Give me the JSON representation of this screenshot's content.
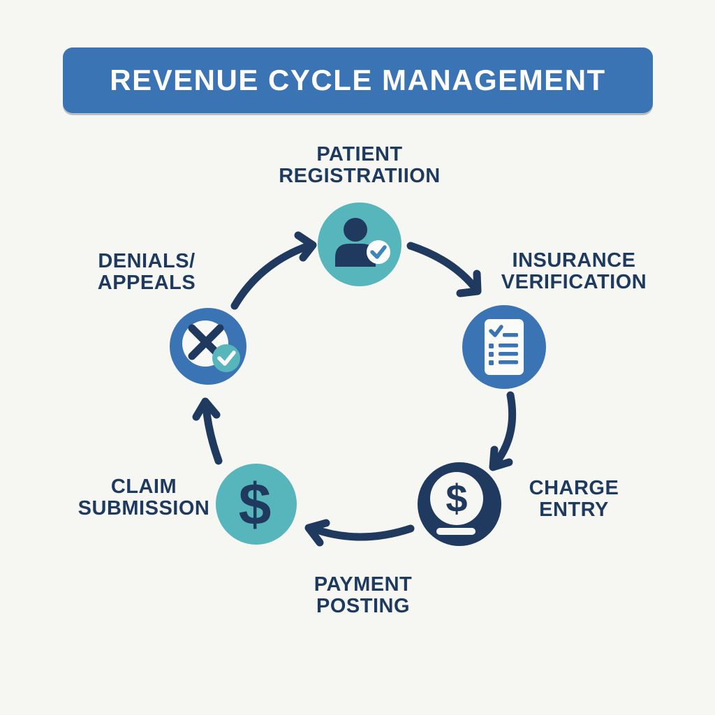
{
  "banner": {
    "title": "REVENUE CYCLE MANAGEMENT"
  },
  "colors": {
    "background": "#f6f6f3",
    "banner_blue": "#3a74b4",
    "circle_blue": "#3a74b4",
    "teal": "#57b5bc",
    "navy": "#1f3a5e",
    "label_text": "#1e3a5e",
    "white": "#ffffff",
    "badge_check_blue": "#3e86ba"
  },
  "steps": [
    {
      "name": "patient-registration",
      "label_line1": "PATIENT",
      "label_line2": "REGISTRATIION",
      "icon": "person-check-icon",
      "circle_color": "#57b5bc"
    },
    {
      "name": "insurance-verification",
      "label_line1": "INSURANCE",
      "label_line2": "VERIFICATION",
      "icon": "checklist-document-icon",
      "circle_color": "#3a74b4"
    },
    {
      "name": "charge-entry",
      "label_line1": "CHARGE",
      "label_line2": "ENTRY",
      "icon": "dollar-coin-icon",
      "circle_color": "#1f3a5e"
    },
    {
      "name": "payment-posting",
      "label_line1": "PAYMENT",
      "label_line2": "POSTING",
      "icon": "none",
      "circle_color": ""
    },
    {
      "name": "claim-submission",
      "label_line1": "CLAIM",
      "label_line2": "SUBMISSION",
      "icon": "dollar-circle-icon",
      "circle_color": "#57b5bc"
    },
    {
      "name": "denials-appeals",
      "label_line1": "DENIALS/",
      "label_line2": "APPEALS",
      "icon": "x-check-icon",
      "circle_color": "#3a74b4"
    }
  ],
  "icon_glyphs": {
    "dollar": "$"
  }
}
